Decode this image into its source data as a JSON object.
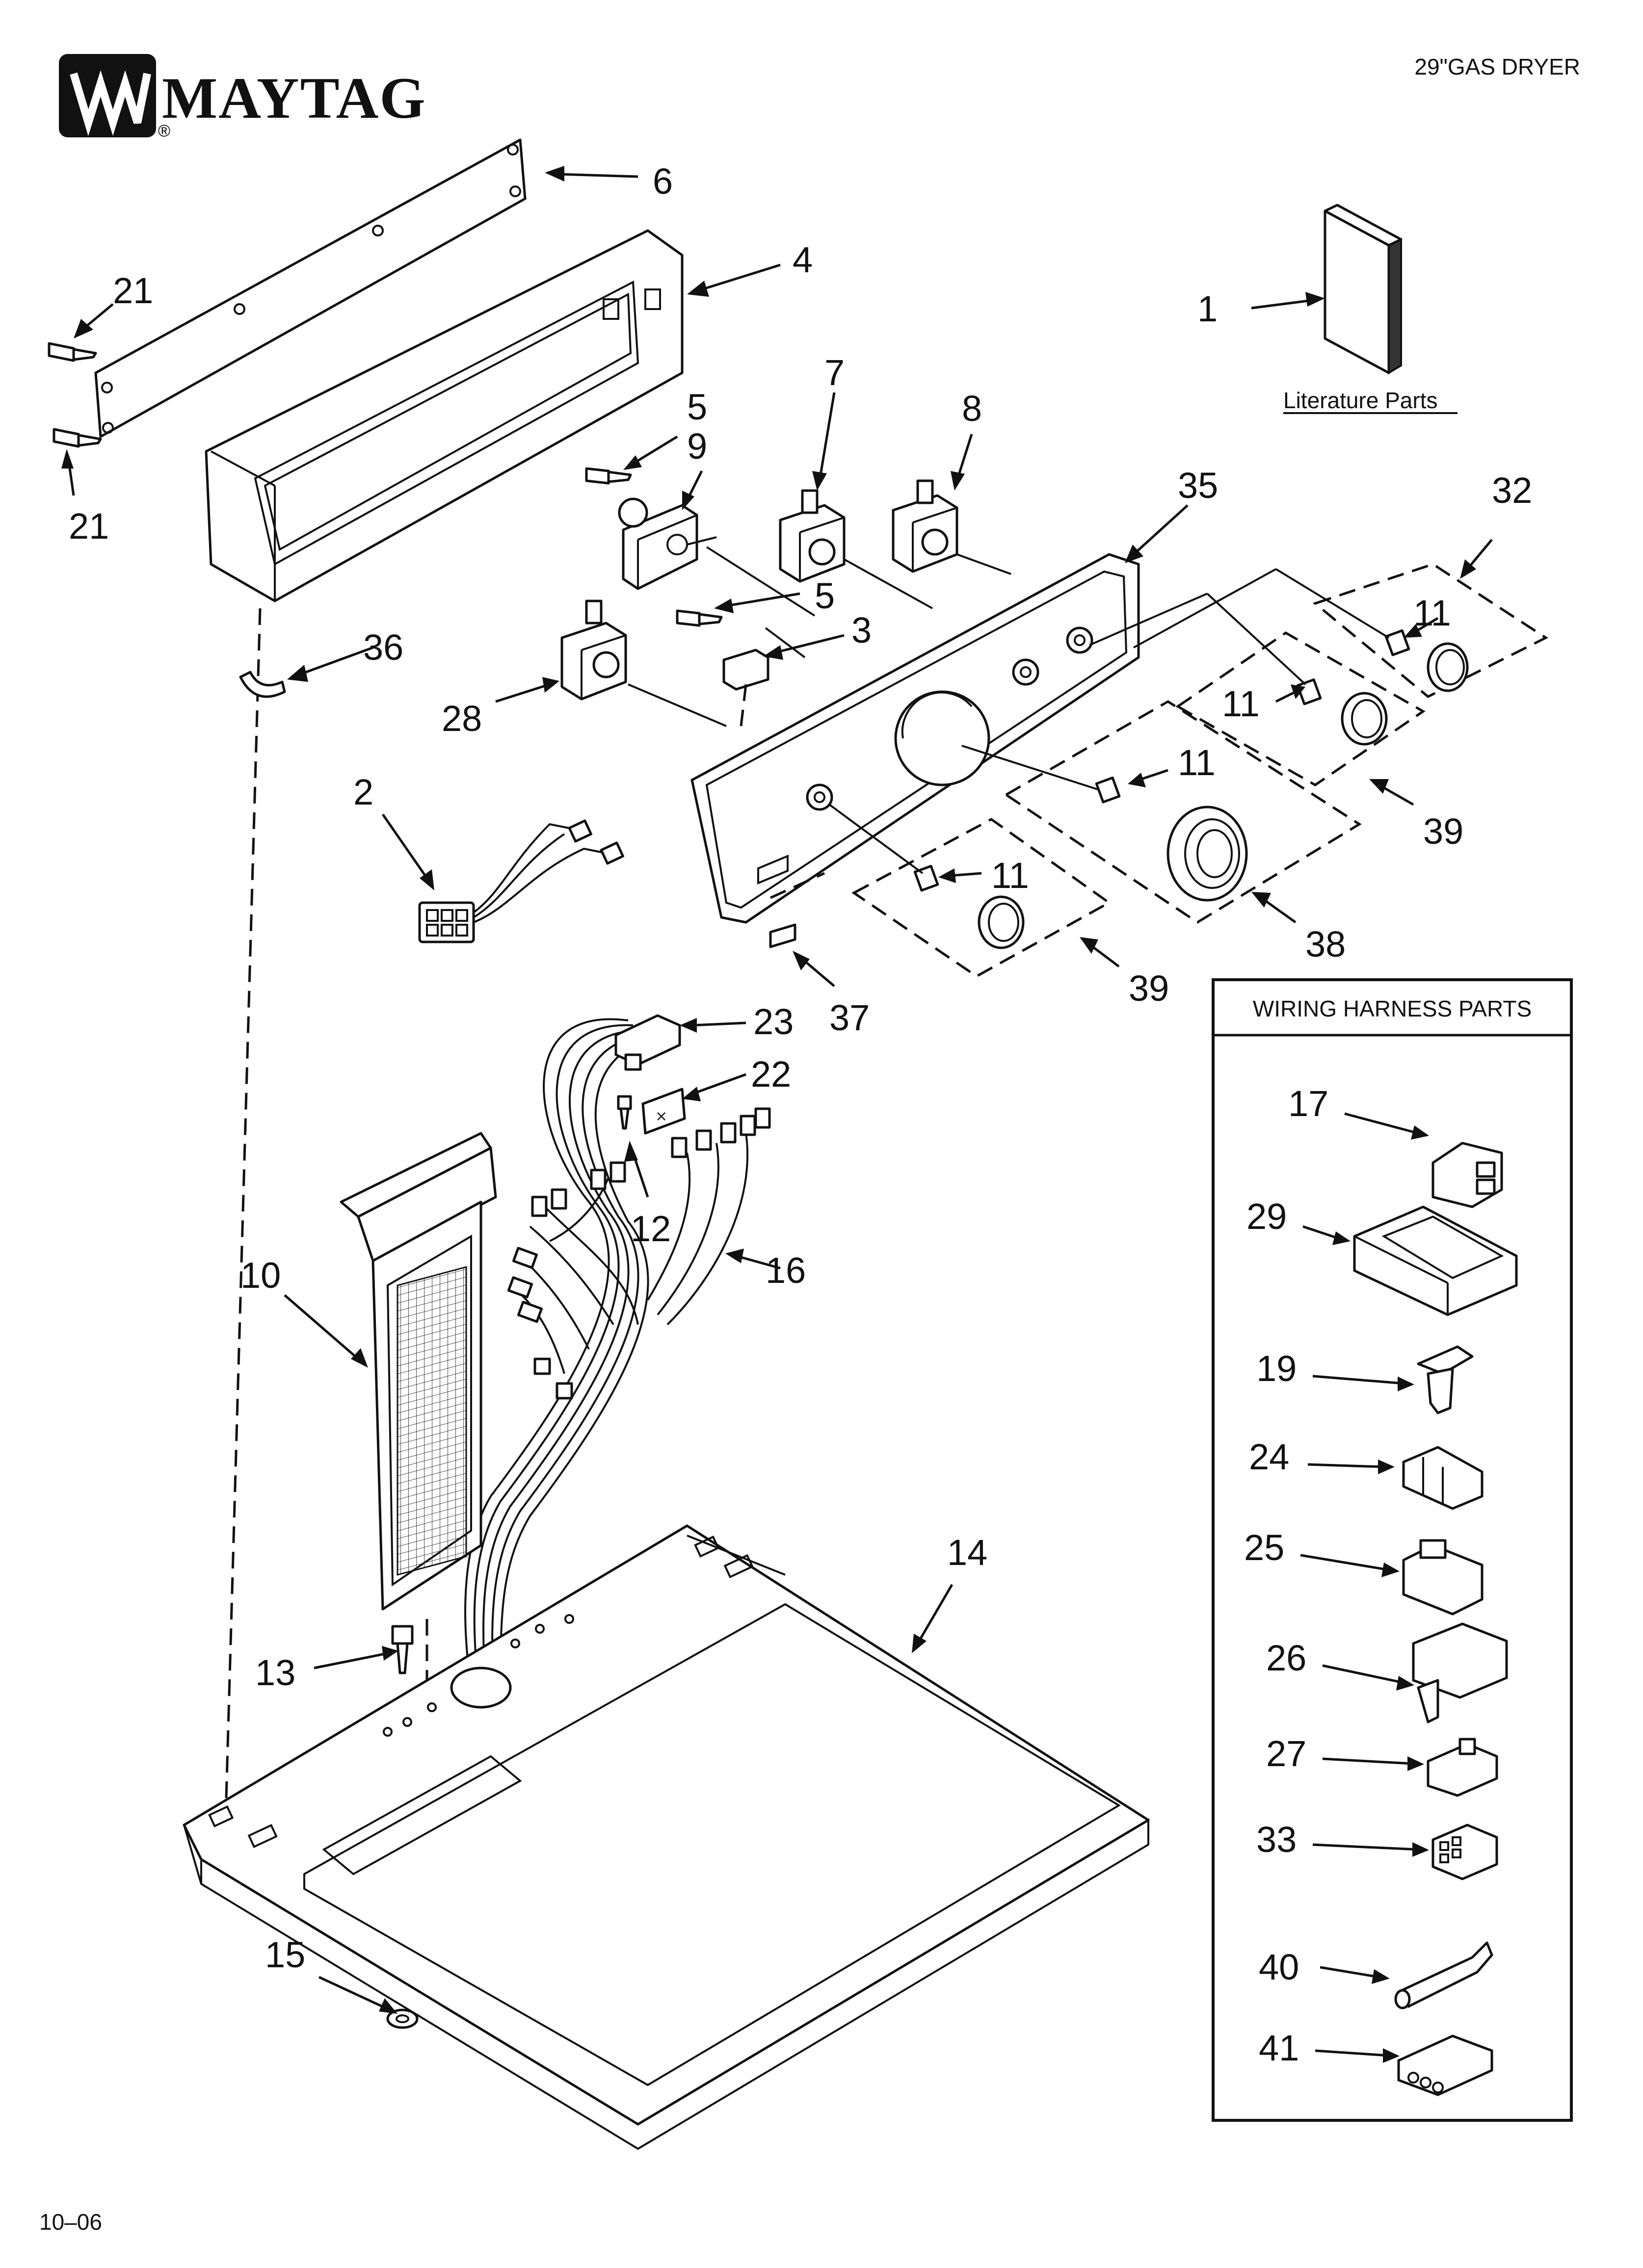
{
  "header": {
    "brand": "MAYTAG",
    "registered_mark": "®",
    "model_title": "29\"GAS DRYER"
  },
  "footer": {
    "date_code": "10–06"
  },
  "literature": {
    "label": "Literature Parts"
  },
  "harness_box": {
    "title": "WIRING HARNESS PARTS",
    "items": [
      "17",
      "29",
      "19",
      "24",
      "25",
      "26",
      "27",
      "33",
      "40",
      "41"
    ]
  },
  "callouts": {
    "c1": "1",
    "c2": "2",
    "c3": "3",
    "c4": "4",
    "c5a": "5",
    "c5b": "5",
    "c6": "6",
    "c7": "7",
    "c8": "8",
    "c9": "9",
    "c10": "10",
    "c11a": "11",
    "c11b": "11",
    "c11c": "11",
    "c11d": "11",
    "c12": "12",
    "c13": "13",
    "c14": "14",
    "c15": "15",
    "c16": "16",
    "c21a": "21",
    "c21b": "21",
    "c22": "22",
    "c23": "23",
    "c28": "28",
    "c32": "32",
    "c35": "35",
    "c36": "36",
    "c37": "37",
    "c38": "38",
    "c39a": "39",
    "c39b": "39"
  },
  "icons": {
    "brand_logo": "maytag-logo-icon",
    "manual": "literature-book-icon",
    "screw": "screw-icon",
    "switch": "rotary-switch-icon",
    "knob": "knob-icon"
  }
}
